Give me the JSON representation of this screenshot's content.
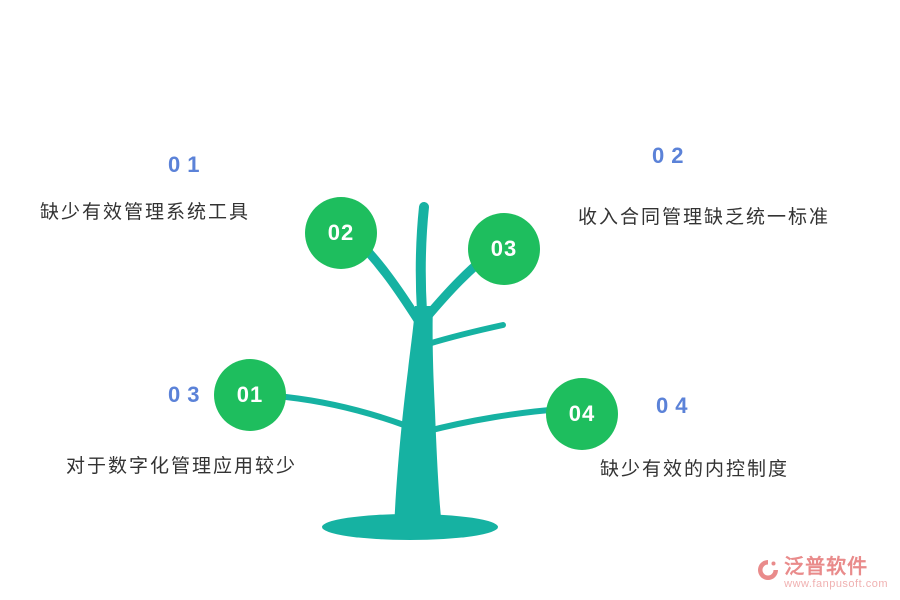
{
  "colors": {
    "tree": "#16b2a2",
    "circle": "#1ebe5e",
    "index_number": "#5b82d8",
    "caption_text": "#333333",
    "logo_name": "#e98b8b",
    "logo_url": "#f0b1b1"
  },
  "labels": [
    {
      "num": "01",
      "text": "缺少有效管理系统工具"
    },
    {
      "num": "02",
      "text": "收入合同管理缺乏统一标准"
    },
    {
      "num": "03",
      "text": "对于数字化管理应用较少"
    },
    {
      "num": "04",
      "text": "缺少有效的内控制度"
    }
  ],
  "circles": [
    {
      "num": "02"
    },
    {
      "num": "03"
    },
    {
      "num": "01"
    },
    {
      "num": "04"
    }
  ],
  "logo": {
    "name": "泛普软件",
    "url": "www.fanpusoft.com"
  }
}
